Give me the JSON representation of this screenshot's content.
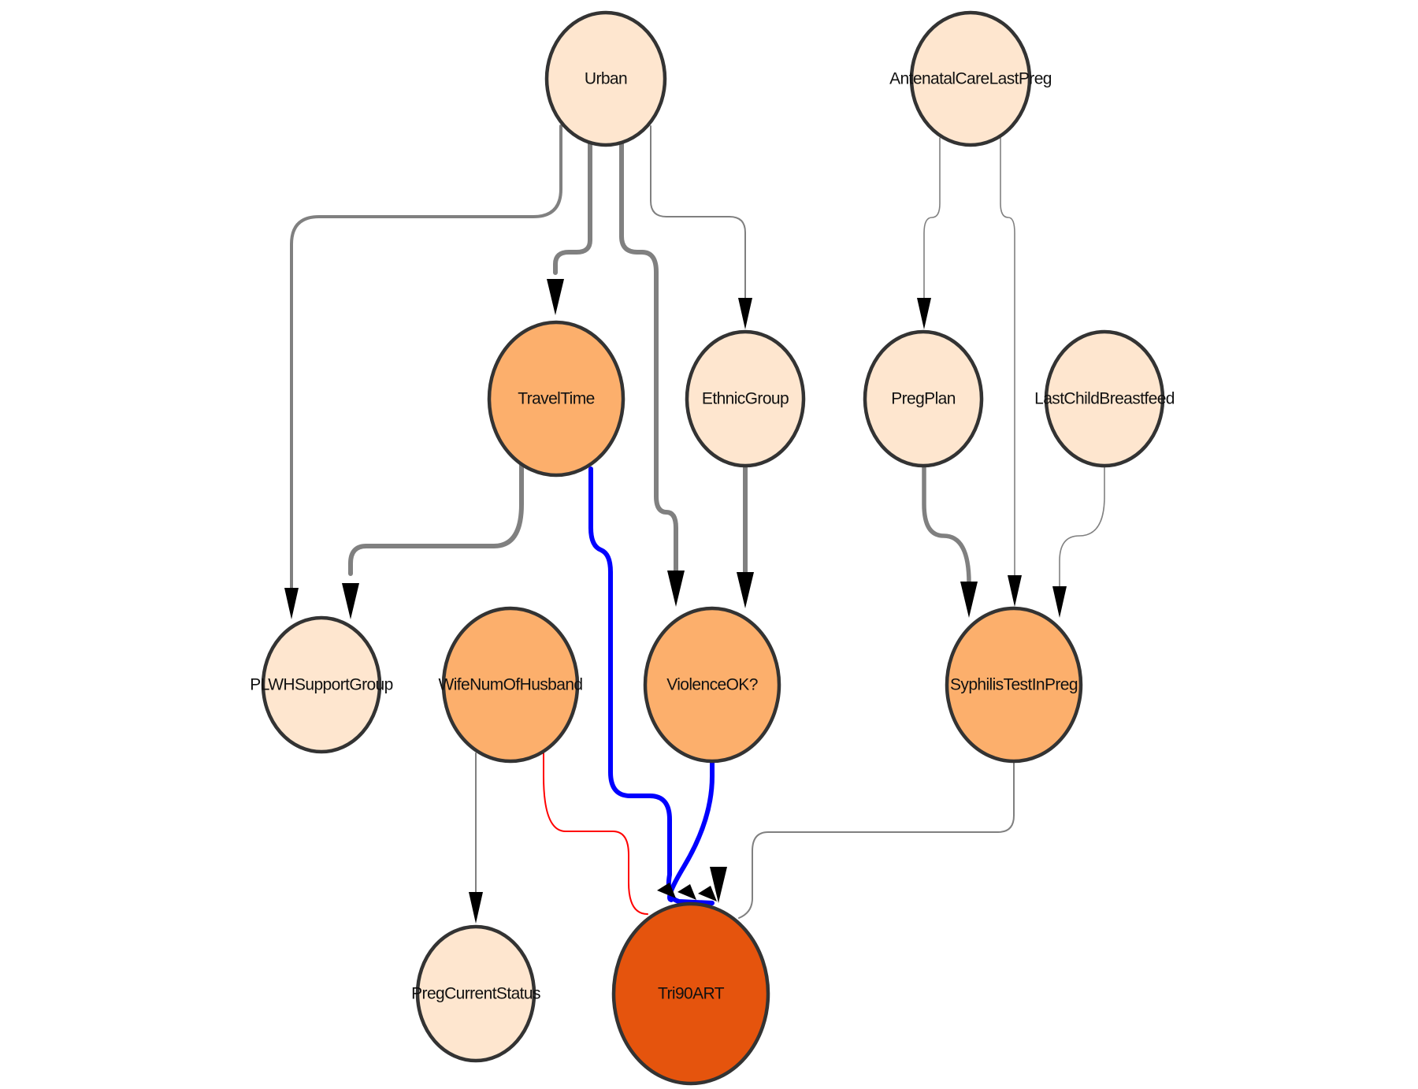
{
  "colors": {
    "fill_light": "#FEE6CF",
    "fill_mid": "#FCAF6C",
    "fill_target": "#E5540D",
    "edge_neutral": "#808080",
    "edge_negative": "#0000FF",
    "edge_positive": "#FF0000",
    "node_outline": "#333333"
  },
  "nodes": [
    {
      "id": "urban",
      "label": "Urban",
      "fill": "light"
    },
    {
      "id": "antenatal",
      "label": "AntenatalCareLastPreg",
      "fill": "light"
    },
    {
      "id": "travel",
      "label": "TravelTime",
      "fill": "mid"
    },
    {
      "id": "ethnic",
      "label": "EthnicGroup",
      "fill": "light"
    },
    {
      "id": "pregplan",
      "label": "PregPlan",
      "fill": "light"
    },
    {
      "id": "breastfeed",
      "label": "LastChildBreastfeed",
      "fill": "light"
    },
    {
      "id": "plwh",
      "label": "PLWHSupportGroup",
      "fill": "light"
    },
    {
      "id": "wifenum",
      "label": "WifeNumOfHusband",
      "fill": "mid"
    },
    {
      "id": "violence",
      "label": "ViolenceOK?",
      "fill": "mid"
    },
    {
      "id": "syphilis",
      "label": "SyphilisTestInPreg",
      "fill": "mid"
    },
    {
      "id": "pregcurrent",
      "label": "PregCurrentStatus",
      "fill": "light"
    },
    {
      "id": "tri90",
      "label": "Tri90ART",
      "fill": "target"
    }
  ],
  "edges": [
    {
      "from": "urban",
      "to": "plwh",
      "color": "neutral",
      "weight": 4
    },
    {
      "from": "urban",
      "to": "travel",
      "color": "neutral",
      "weight": 6
    },
    {
      "from": "urban",
      "to": "violence",
      "color": "neutral",
      "weight": 6
    },
    {
      "from": "urban",
      "to": "ethnic",
      "color": "neutral",
      "weight": 2
    },
    {
      "from": "antenatal",
      "to": "pregplan",
      "color": "neutral",
      "weight": 1.6
    },
    {
      "from": "antenatal",
      "to": "syphilis",
      "color": "neutral",
      "weight": 1.6
    },
    {
      "from": "travel",
      "to": "plwh",
      "color": "neutral",
      "weight": 6
    },
    {
      "from": "travel",
      "to": "tri90",
      "color": "negative",
      "weight": 6
    },
    {
      "from": "ethnic",
      "to": "violence",
      "color": "neutral",
      "weight": 6
    },
    {
      "from": "pregplan",
      "to": "syphilis",
      "color": "neutral",
      "weight": 5.5
    },
    {
      "from": "breastfeed",
      "to": "syphilis",
      "color": "neutral",
      "weight": 1.6
    },
    {
      "from": "wifenum",
      "to": "pregcurrent",
      "color": "neutral",
      "weight": 2
    },
    {
      "from": "wifenum",
      "to": "tri90",
      "color": "positive",
      "weight": 2
    },
    {
      "from": "violence",
      "to": "tri90",
      "color": "negative",
      "weight": 6
    },
    {
      "from": "syphilis",
      "to": "tri90",
      "color": "neutral",
      "weight": 2
    }
  ]
}
